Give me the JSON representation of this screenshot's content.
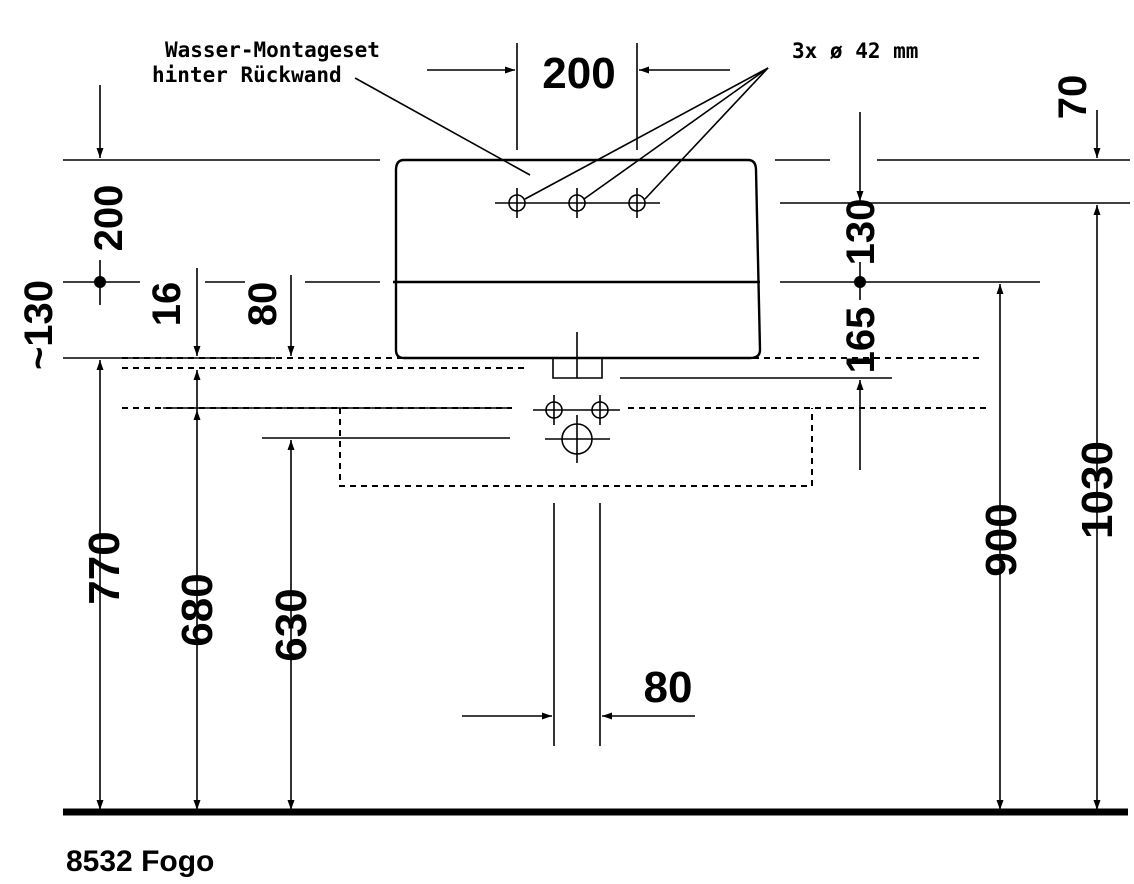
{
  "annotations": {
    "mounting_line1": "Wasser-Montageset",
    "mounting_line2": "hinter Rückwand",
    "holes": "3x ø 42 mm"
  },
  "dimensions": {
    "tap_spacing_top": "200",
    "top_offset_right": "70",
    "left_vertical_200": "200",
    "approx_130": "~130",
    "d16": "16",
    "d80_left": "80",
    "right_130": "130",
    "right_165": "165",
    "h770": "770",
    "h680": "680",
    "h630": "630",
    "h900": "900",
    "h1030": "1030",
    "pipe_80": "80"
  },
  "product": {
    "title": "8532 Fogo"
  }
}
